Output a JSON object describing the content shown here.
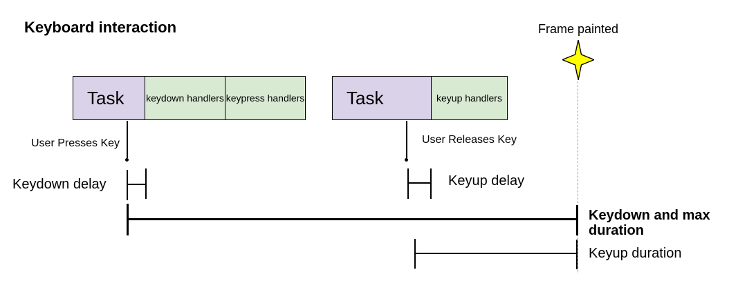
{
  "title": "Keyboard interaction",
  "frame_painted_label": "Frame painted",
  "groups": [
    {
      "name": "keydown-task-group",
      "segments": [
        {
          "label": "Task"
        },
        {
          "label": "keydown handlers"
        },
        {
          "label": "keypress handlers"
        }
      ]
    },
    {
      "name": "keyup-task-group",
      "segments": [
        {
          "label": "Task"
        },
        {
          "label": "keyup handlers"
        }
      ]
    }
  ],
  "events": [
    {
      "label": "User Presses Key"
    },
    {
      "label": "User Releases Key"
    }
  ],
  "measurements": {
    "keydown_delay": "Keydown delay",
    "keyup_delay": "Keyup delay",
    "keydown_max_duration": "Keydown and max duration",
    "keyup_duration": "Keyup duration"
  },
  "colors": {
    "task_fill": "#d9d2e9",
    "handler_fill": "#d9ead3",
    "star_fill": "#ffff00",
    "line": "#000000"
  }
}
